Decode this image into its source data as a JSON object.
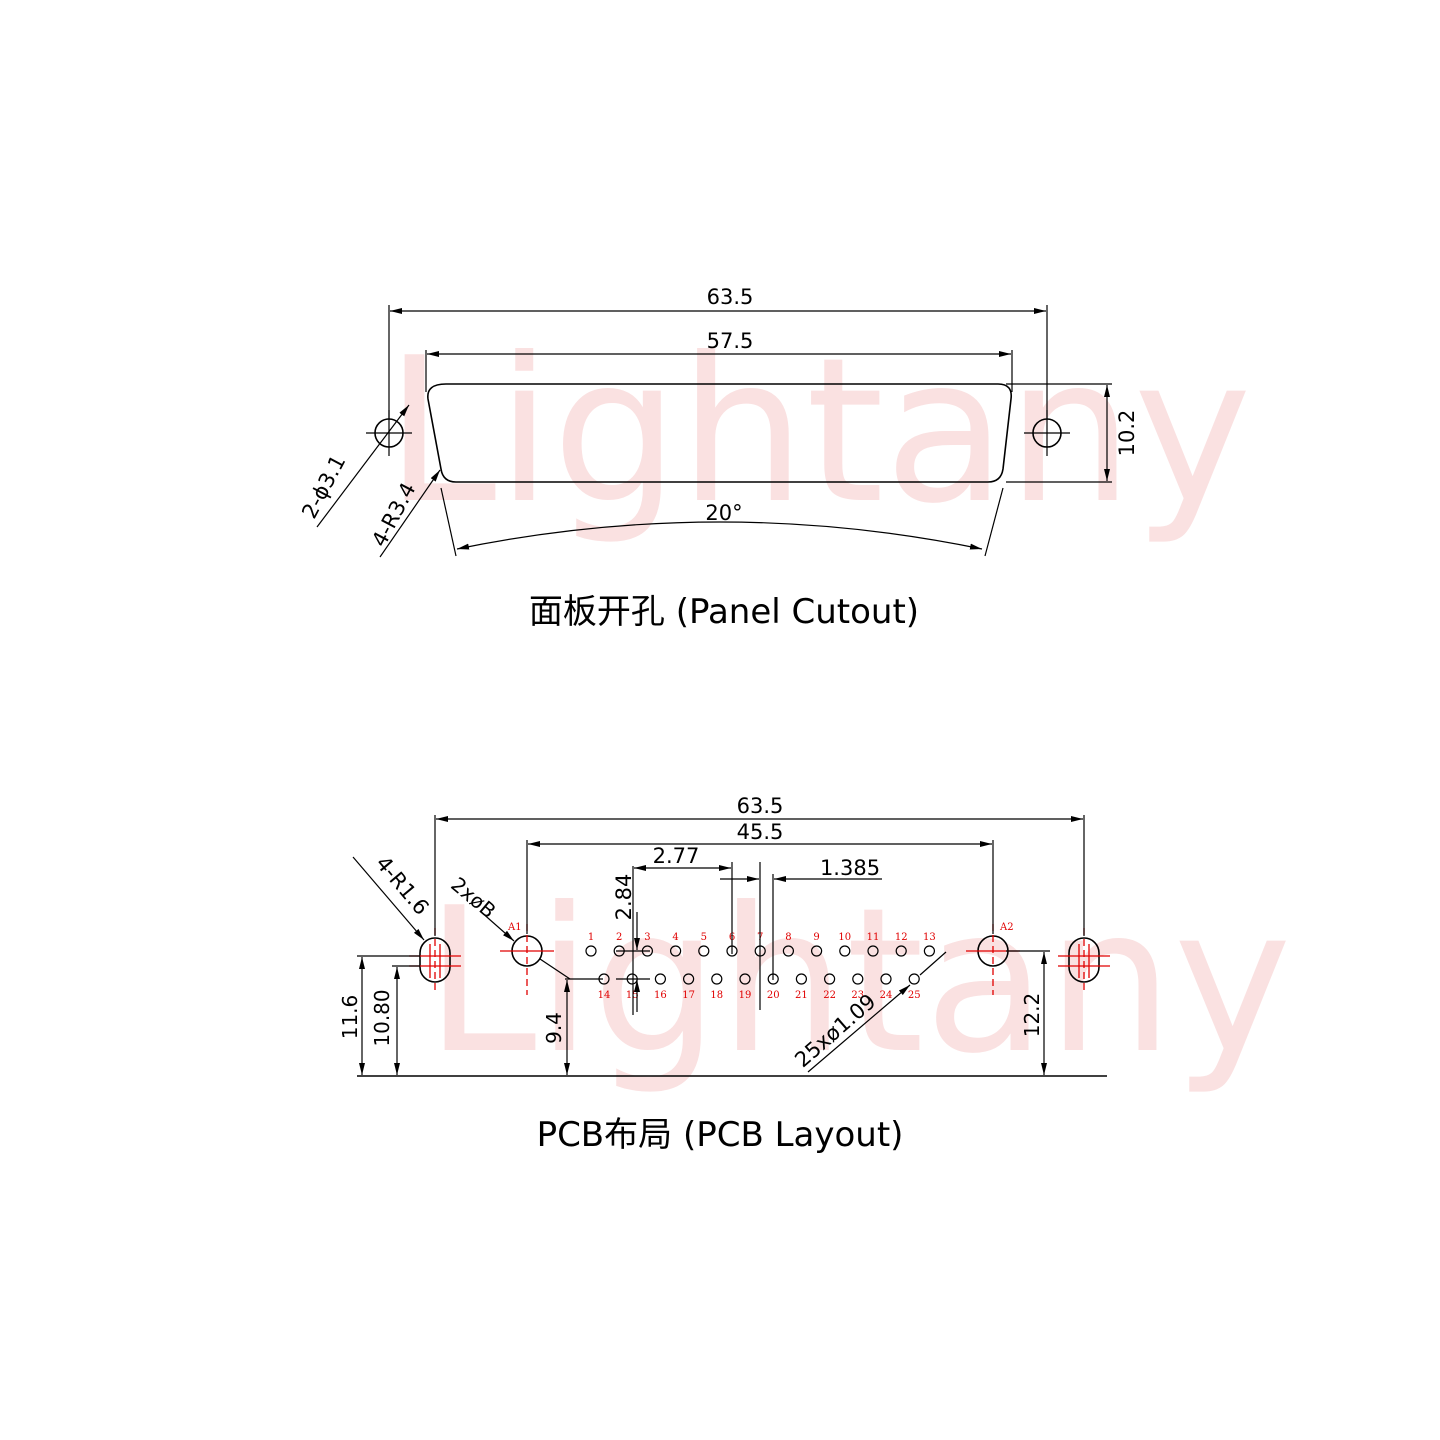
{
  "watermark": "Lightany",
  "panel_cutout": {
    "caption": "面板开孔 (Panel Cutout)",
    "dim_overall": "63.5",
    "dim_inner": "57.5",
    "dim_height": "10.2",
    "dim_angle": "20°",
    "dim_hole": "2-ϕ3.1",
    "dim_radius": "4-R3.4"
  },
  "pcb_layout": {
    "caption": "PCB布局 (PCB Layout)",
    "dim_overall": "63.5",
    "dim_mount": "45.5",
    "dim_pitch": "2.77",
    "dim_half_pitch": "1.385",
    "dim_row": "2.84",
    "dim_radius": "4-R1.6",
    "dim_hole_b": "2xøB",
    "dim_pins": "25xø1.09",
    "dim_h_outer": "11.6",
    "dim_h_inner": "10.80",
    "dim_h_row": "9.4",
    "dim_h_a2": "12.2",
    "label_a1": "A1",
    "label_a2": "A2",
    "top_row_pins": [
      "1",
      "2",
      "3",
      "4",
      "5",
      "6",
      "7",
      "8",
      "9",
      "10",
      "11",
      "12",
      "13"
    ],
    "bottom_row_pins": [
      "14",
      "15",
      "16",
      "17",
      "18",
      "19",
      "20",
      "21",
      "22",
      "23",
      "24",
      "25"
    ]
  }
}
